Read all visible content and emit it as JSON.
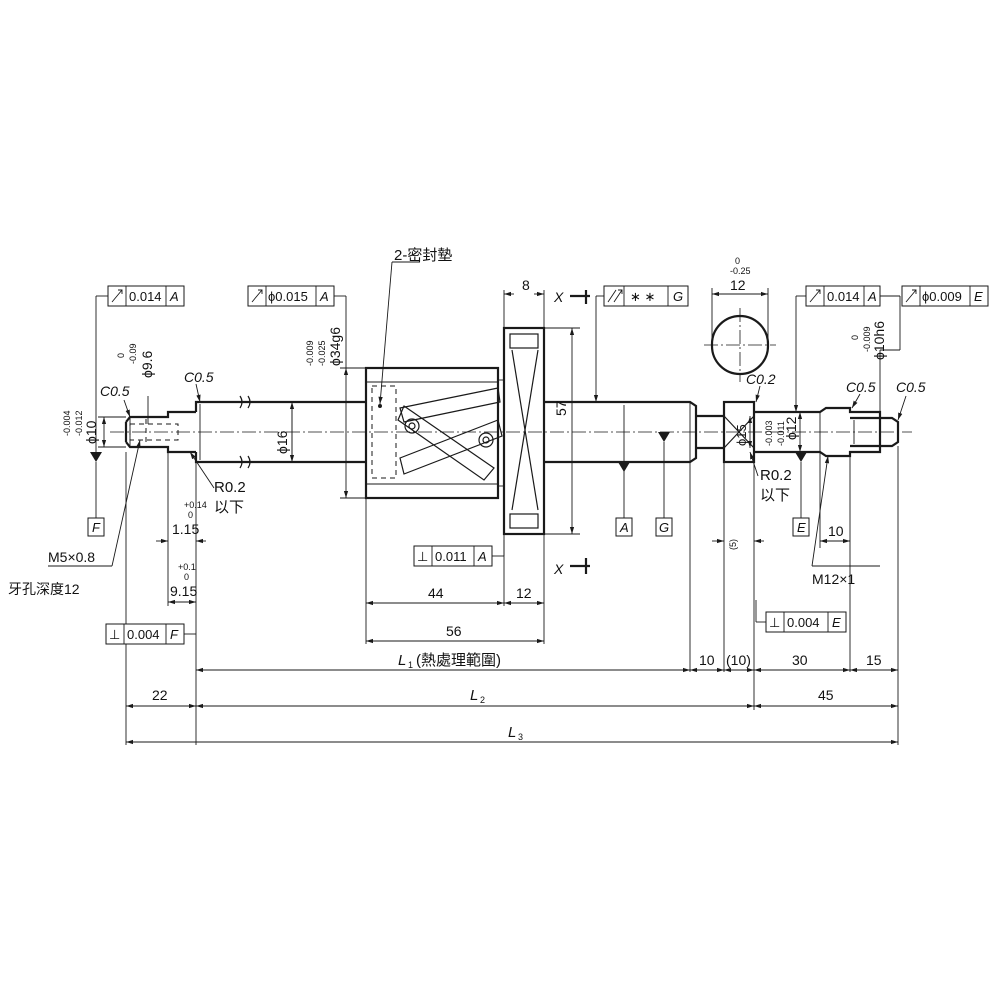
{
  "texts": {
    "seal": "2-密封墊",
    "tol_a_left": "0.014",
    "tol_phi015": "ϕ0.015",
    "tol_parallel": "∗ ∗",
    "tol_a_right": "0.014",
    "tol_phi009": "ϕ0.009",
    "dat_a": "A",
    "dat_e": "E",
    "dat_f": "F",
    "dat_g": "G",
    "x_label": "X",
    "dim_8": "8",
    "dim_12_top": "12",
    "dim_12_tol_up": "0",
    "dim_12_tol_lo": "-0.25",
    "phi96": "ϕ9.6",
    "phi96_up": "0",
    "phi96_lo": "-0.09",
    "phi10": "ϕ10",
    "phi10_up": "-0.004",
    "phi10_lo": "-0.012",
    "phi34": "ϕ34g6",
    "phi34_up": "-0.009",
    "phi34_lo": "-0.025",
    "phi16": "ϕ16",
    "dim_57": "57",
    "phi15": "ϕ15",
    "phi12": "ϕ12",
    "phi12_up": "-0.003",
    "phi12_lo": "-0.011",
    "phi10h6": "ϕ10h6",
    "phi10h6_up": "0",
    "phi10h6_lo": "-0.009",
    "c05_a": "C0.5",
    "c05_b": "C0.5",
    "c02": "C0.2",
    "c05_c": "C0.5",
    "c05_d": "C0.5",
    "r02_left": "R0.2",
    "ika_left": "以下",
    "r02_right": "R0.2",
    "ika_right": "以下",
    "tol114": "+0.14",
    "tol114_b": "0",
    "dim115": "1.15",
    "tol01": "+0.1",
    "tol01_b": "0",
    "dim915": "9.15",
    "m5": "M5×0.8",
    "m5_depth": "牙孔深度12",
    "perp_011": "0.011",
    "perp_004_f": "0.004",
    "perp_004_e": "0.004",
    "perp_sym": "⊥",
    "dim44": "44",
    "dim12_mid": "12",
    "dim56": "56",
    "dim5": "(5)",
    "dim10_small": "10",
    "m12": "M12×1",
    "l1": "L",
    "l1_sub": "1",
    "l1_note": "(熱處理範圍)",
    "dim10_a": "10",
    "dim10_b": "(10)",
    "dim30": "30",
    "dim15": "15",
    "dim22": "22",
    "l2": "L",
    "l2_sub": "2",
    "dim45": "45",
    "l3": "L",
    "l3_sub": "3"
  }
}
